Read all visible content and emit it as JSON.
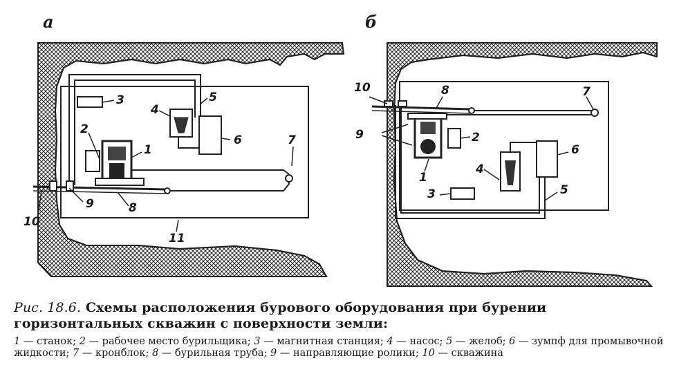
{
  "panels": {
    "a": {
      "label": "а",
      "callouts": {
        "n1": "1",
        "n2": "2",
        "n3": "3",
        "n4": "4",
        "n5": "5",
        "n6": "6",
        "n7": "7",
        "n8": "8",
        "n9": "9",
        "n10": "10",
        "n11": "11"
      }
    },
    "b": {
      "label": "б",
      "callouts": {
        "n1": "1",
        "n2": "2",
        "n3": "3",
        "n4": "4",
        "n5": "5",
        "n6": "6",
        "n7": "7",
        "n8": "8",
        "n9": "9",
        "n10": "10"
      }
    }
  },
  "caption": {
    "figure_number": "Рис. 18.6.",
    "title": "Схемы расположения бурового оборудования при бурении горизонтальных скважин с поверхности земли:",
    "legend": [
      {
        "num": "1",
        "text": "станок"
      },
      {
        "num": "2",
        "text": "рабочее место бурильщика"
      },
      {
        "num": "3",
        "text": "магнитная станция"
      },
      {
        "num": "4",
        "text": "насос"
      },
      {
        "num": "5",
        "text": "желоб"
      },
      {
        "num": "6",
        "text": "зумпф для промывочной жидкости"
      },
      {
        "num": "7",
        "text": "кронблок"
      },
      {
        "num": "8",
        "text": "бурильная труба"
      },
      {
        "num": "9",
        "text": "направляющие ролики"
      },
      {
        "num": "10",
        "text": "скважина"
      }
    ]
  }
}
